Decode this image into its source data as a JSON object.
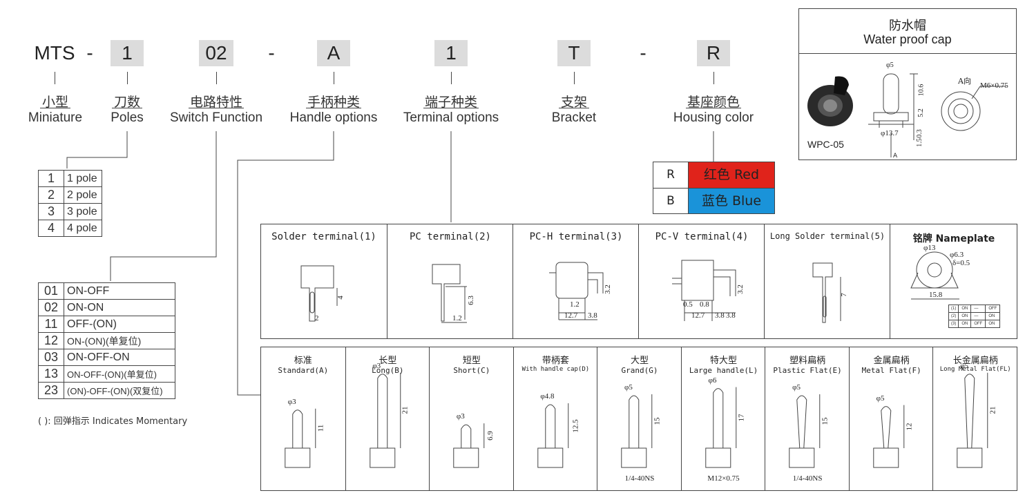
{
  "model_code": {
    "parts": [
      "MTS",
      "-",
      "1",
      "02",
      "-",
      "A",
      "1",
      "T",
      "-",
      "R"
    ]
  },
  "fields": [
    {
      "cn": "小型",
      "en": "Miniature"
    },
    {
      "cn": "刀数",
      "en": "Poles"
    },
    {
      "cn": "电路特性",
      "en": "Switch Function"
    },
    {
      "cn": "手柄种类",
      "en": "Handle options"
    },
    {
      "cn": "端子种类",
      "en": "Terminal options"
    },
    {
      "cn": "支架",
      "en": "Bracket"
    },
    {
      "cn": "基座颜色",
      "en": "Housing color"
    }
  ],
  "poles": [
    {
      "code": "1",
      "label": "1 pole"
    },
    {
      "code": "2",
      "label": "2 pole"
    },
    {
      "code": "3",
      "label": "3 pole"
    },
    {
      "code": "4",
      "label": "4 pole"
    }
  ],
  "switch_functions": [
    {
      "code": "01",
      "label": "ON-OFF"
    },
    {
      "code": "02",
      "label": "ON-ON"
    },
    {
      "code": "11",
      "label": "OFF-(ON)"
    },
    {
      "code": "12",
      "label": "ON-(ON)(单复位)"
    },
    {
      "code": "03",
      "label": "ON-OFF-ON"
    },
    {
      "code": "13",
      "label": "ON-OFF-(ON)(单复位)"
    },
    {
      "code": "23",
      "label": "(ON)-OFF-(ON)(双复位)"
    }
  ],
  "momentary_note": "(  ): 回弹指示 Indicates Momentary",
  "housing_colors": [
    {
      "code": "R",
      "label": "红色 Red",
      "color": "#e0231b"
    },
    {
      "code": "B",
      "label": "蓝色 Blue",
      "color": "#1a93d9"
    }
  ],
  "water_cap": {
    "title_cn": "防水帽",
    "title_en": "Water proof cap",
    "model": "WPC-05",
    "dims": {
      "d_top": "φ5",
      "h1": "10.6",
      "h2": "5.2",
      "h3": "0.3",
      "h4": "1.5",
      "d_base": "φ13.7",
      "view": "A向",
      "thread": "M6×0.75",
      "arrow": "A"
    }
  },
  "terminals": [
    {
      "title": "Solder terminal(1)",
      "dims": [
        "4",
        "2"
      ]
    },
    {
      "title": "PC terminal(2)",
      "dims": [
        "6.3",
        "1.2"
      ]
    },
    {
      "title": "PC-H terminal(3)",
      "dims": [
        "1.2",
        "12.7",
        "3.8",
        "3.2"
      ]
    },
    {
      "title": "PC-V terminal(4)",
      "dims": [
        "0.5",
        "0.8",
        "12.7",
        "3.8",
        "3.8",
        "3.2"
      ]
    },
    {
      "title": "Long Solder terminal(5)",
      "dims": [
        "7"
      ]
    },
    {
      "title": "铭牌 Nameplate",
      "dims": [
        "φ13",
        "φ6.3",
        "δ=0.5",
        "15.8"
      ]
    }
  ],
  "nameplate_table": [
    [
      "(1)",
      "ON",
      "—",
      "OFF"
    ],
    [
      "(2)",
      "ON",
      "—",
      "ON"
    ],
    [
      "(3)",
      "ON",
      "OFF",
      "ON"
    ]
  ],
  "handles": [
    {
      "cn": "标准",
      "en": "Standard(A)",
      "d": "φ3",
      "h": "11",
      "note": ""
    },
    {
      "cn": "长型",
      "en": "Long(B)",
      "d": "φ3",
      "h": "21",
      "note": ""
    },
    {
      "cn": "短型",
      "en": "Short(C)",
      "d": "φ3",
      "h": "6.9",
      "note": ""
    },
    {
      "cn": "带柄套",
      "en": "With handle cap(D)",
      "d": "φ4.8",
      "h": "12.5",
      "note": ""
    },
    {
      "cn": "大型",
      "en": "Grand(G)",
      "d": "φ5",
      "h": "15",
      "note": "1/4-40NS"
    },
    {
      "cn": "特大型",
      "en": "Large handle(L)",
      "d": "φ6",
      "h": "17",
      "note": "M12×0.75"
    },
    {
      "cn": "塑料扁柄",
      "en": "Plastic Flat(E)",
      "d": "φ5",
      "h": "15",
      "note": "1/4-40NS"
    },
    {
      "cn": "金属扁柄",
      "en": "Metal Flat(F)",
      "d": "φ5",
      "h": "12",
      "note": ""
    },
    {
      "cn": "长金属扁柄",
      "en": "Long Metal Flat(FL)",
      "d": "φ5",
      "h": "21",
      "note": ""
    }
  ]
}
